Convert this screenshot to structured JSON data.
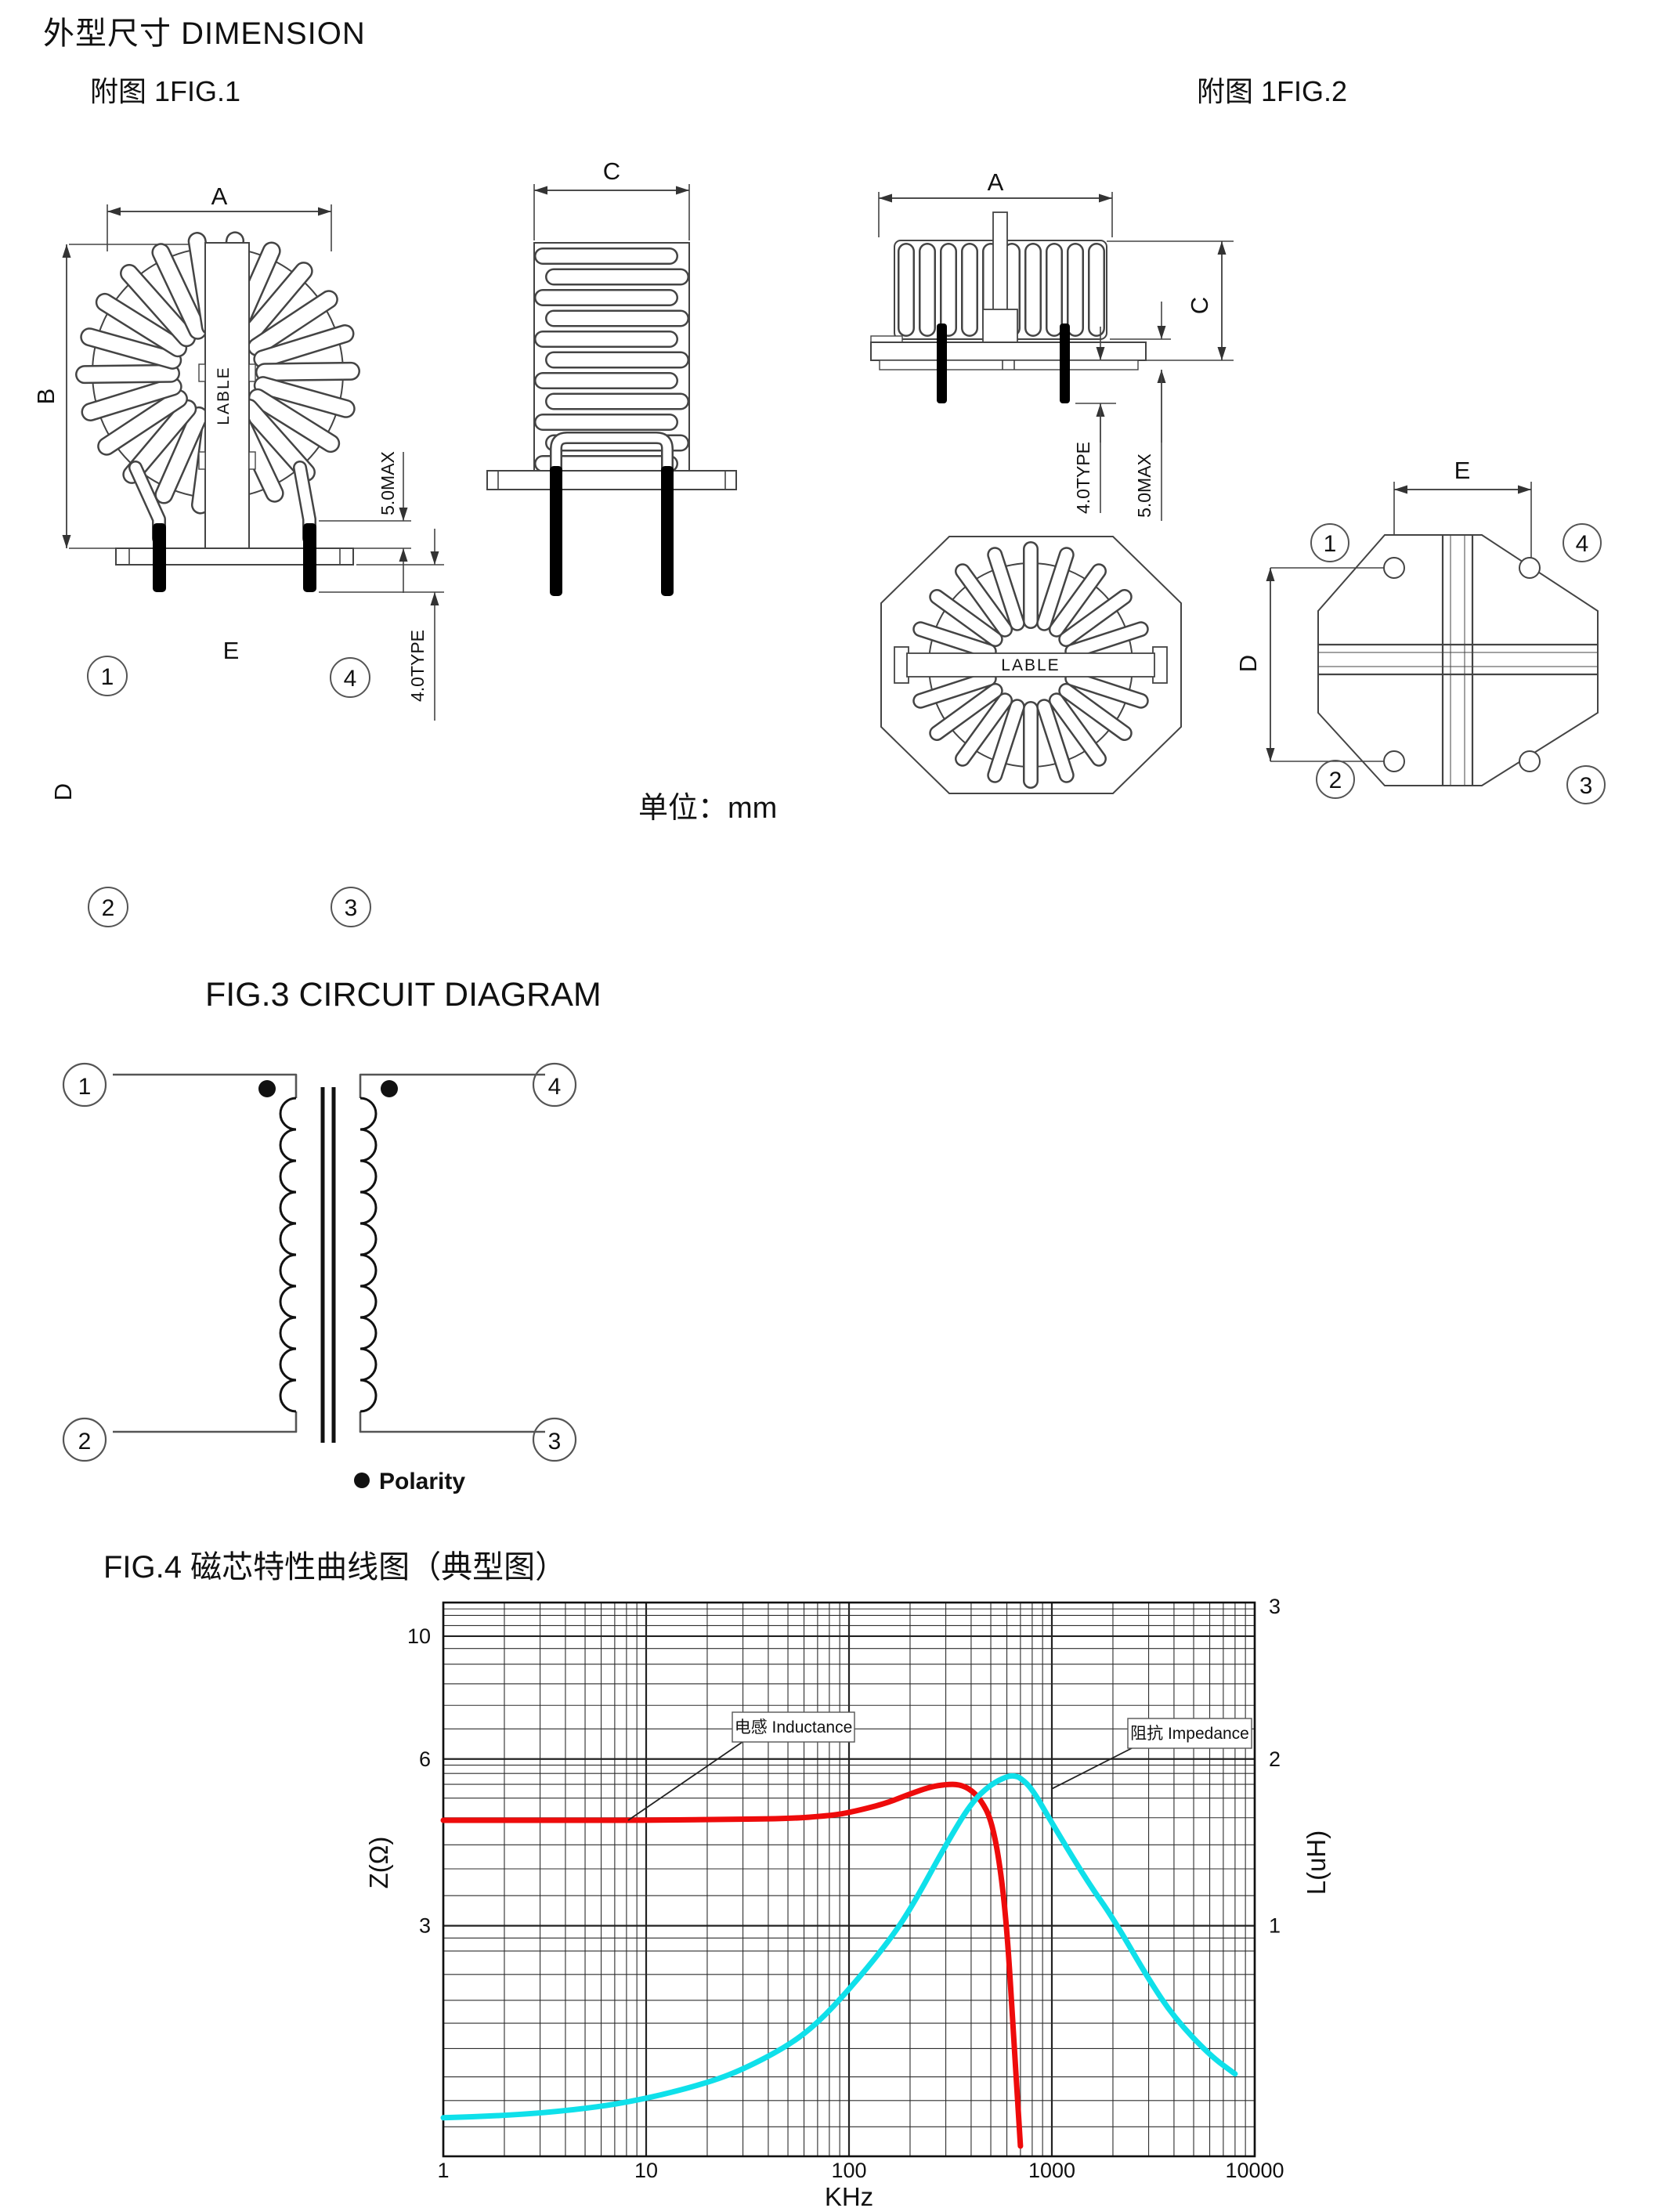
{
  "page": {
    "title": "外型尺寸 DIMENSION",
    "unit_note": "单位：mm"
  },
  "figures": {
    "fig1": {
      "caption": "附图 1FIG.1"
    },
    "fig2": {
      "caption": "附图 1FIG.2"
    },
    "fig3": {
      "title": "FIG.3 CIRCUIT DIAGRAM",
      "polarity_label": "Polarity"
    },
    "fig4": {
      "title": "FIG.4 磁芯特性曲线图（典型图）"
    }
  },
  "dims": {
    "a": "A",
    "b": "B",
    "c": "C",
    "d": "D",
    "e": "E",
    "standoff_max": "5.0MAX",
    "pin_typ": "4.0TYPE",
    "core_label": "LABLE"
  },
  "pins": {
    "p1": "1",
    "p2": "2",
    "p3": "3",
    "p4": "4"
  },
  "chart_data": {
    "type": "line",
    "title": "FIG.4 磁芯特性曲线图（典型图）",
    "xlabel": "KHz",
    "x_scale": "log",
    "x_range": [
      1,
      10000
    ],
    "x_ticks": [
      1,
      10,
      100,
      1000,
      10000
    ],
    "grid": "on",
    "y_left": {
      "label": "Z(Ω)",
      "scale": "log",
      "range": [
        1.15,
        11.5
      ],
      "ticks": [
        10,
        6,
        3
      ]
    },
    "y_right": {
      "label": "L(uH)",
      "ticks": [
        3,
        2,
        1
      ],
      "to_left_factor": 3
    },
    "h_grid_minor": [
      1.3,
      1.45,
      1.6,
      1.8,
      2.0,
      2.2,
      2.45,
      2.7,
      2.85,
      3.4,
      3.8,
      4.2,
      4.7,
      5.1,
      5.4,
      5.65,
      5.85,
      6.8,
      7.5,
      8.2,
      8.9,
      9.5,
      10.45,
      10.9,
      11.2
    ],
    "h_grid_major": [
      3,
      6,
      10
    ],
    "series": [
      {
        "name": "电感 Inductance",
        "axis": "right",
        "unit": "uH",
        "color": "#ee0b0b",
        "x": [
          1,
          2,
          5,
          10,
          20,
          50,
          80,
          100,
          150,
          200,
          250,
          300,
          350,
          400,
          450,
          500,
          550,
          600,
          650,
          700
        ],
        "y": [
          1.55,
          1.55,
          1.55,
          1.55,
          1.555,
          1.56,
          1.58,
          1.6,
          1.66,
          1.73,
          1.78,
          1.8,
          1.8,
          1.76,
          1.68,
          1.56,
          1.32,
          1.0,
          0.62,
          0.4
        ]
      },
      {
        "name": "阻抗 Impedance",
        "axis": "left",
        "unit": "Ω",
        "color": "#0fe0ea",
        "x": [
          1,
          2,
          5,
          10,
          20,
          30,
          50,
          70,
          100,
          150,
          200,
          300,
          400,
          500,
          600,
          650,
          700,
          800,
          1000,
          1500,
          2000,
          3000,
          4000,
          6000,
          8000
        ],
        "y": [
          1.35,
          1.36,
          1.4,
          1.46,
          1.56,
          1.65,
          1.82,
          2.0,
          2.3,
          2.75,
          3.2,
          4.2,
          5.0,
          5.4,
          5.58,
          5.6,
          5.55,
          5.3,
          4.6,
          3.6,
          3.1,
          2.4,
          2.05,
          1.75,
          1.62
        ]
      }
    ]
  }
}
